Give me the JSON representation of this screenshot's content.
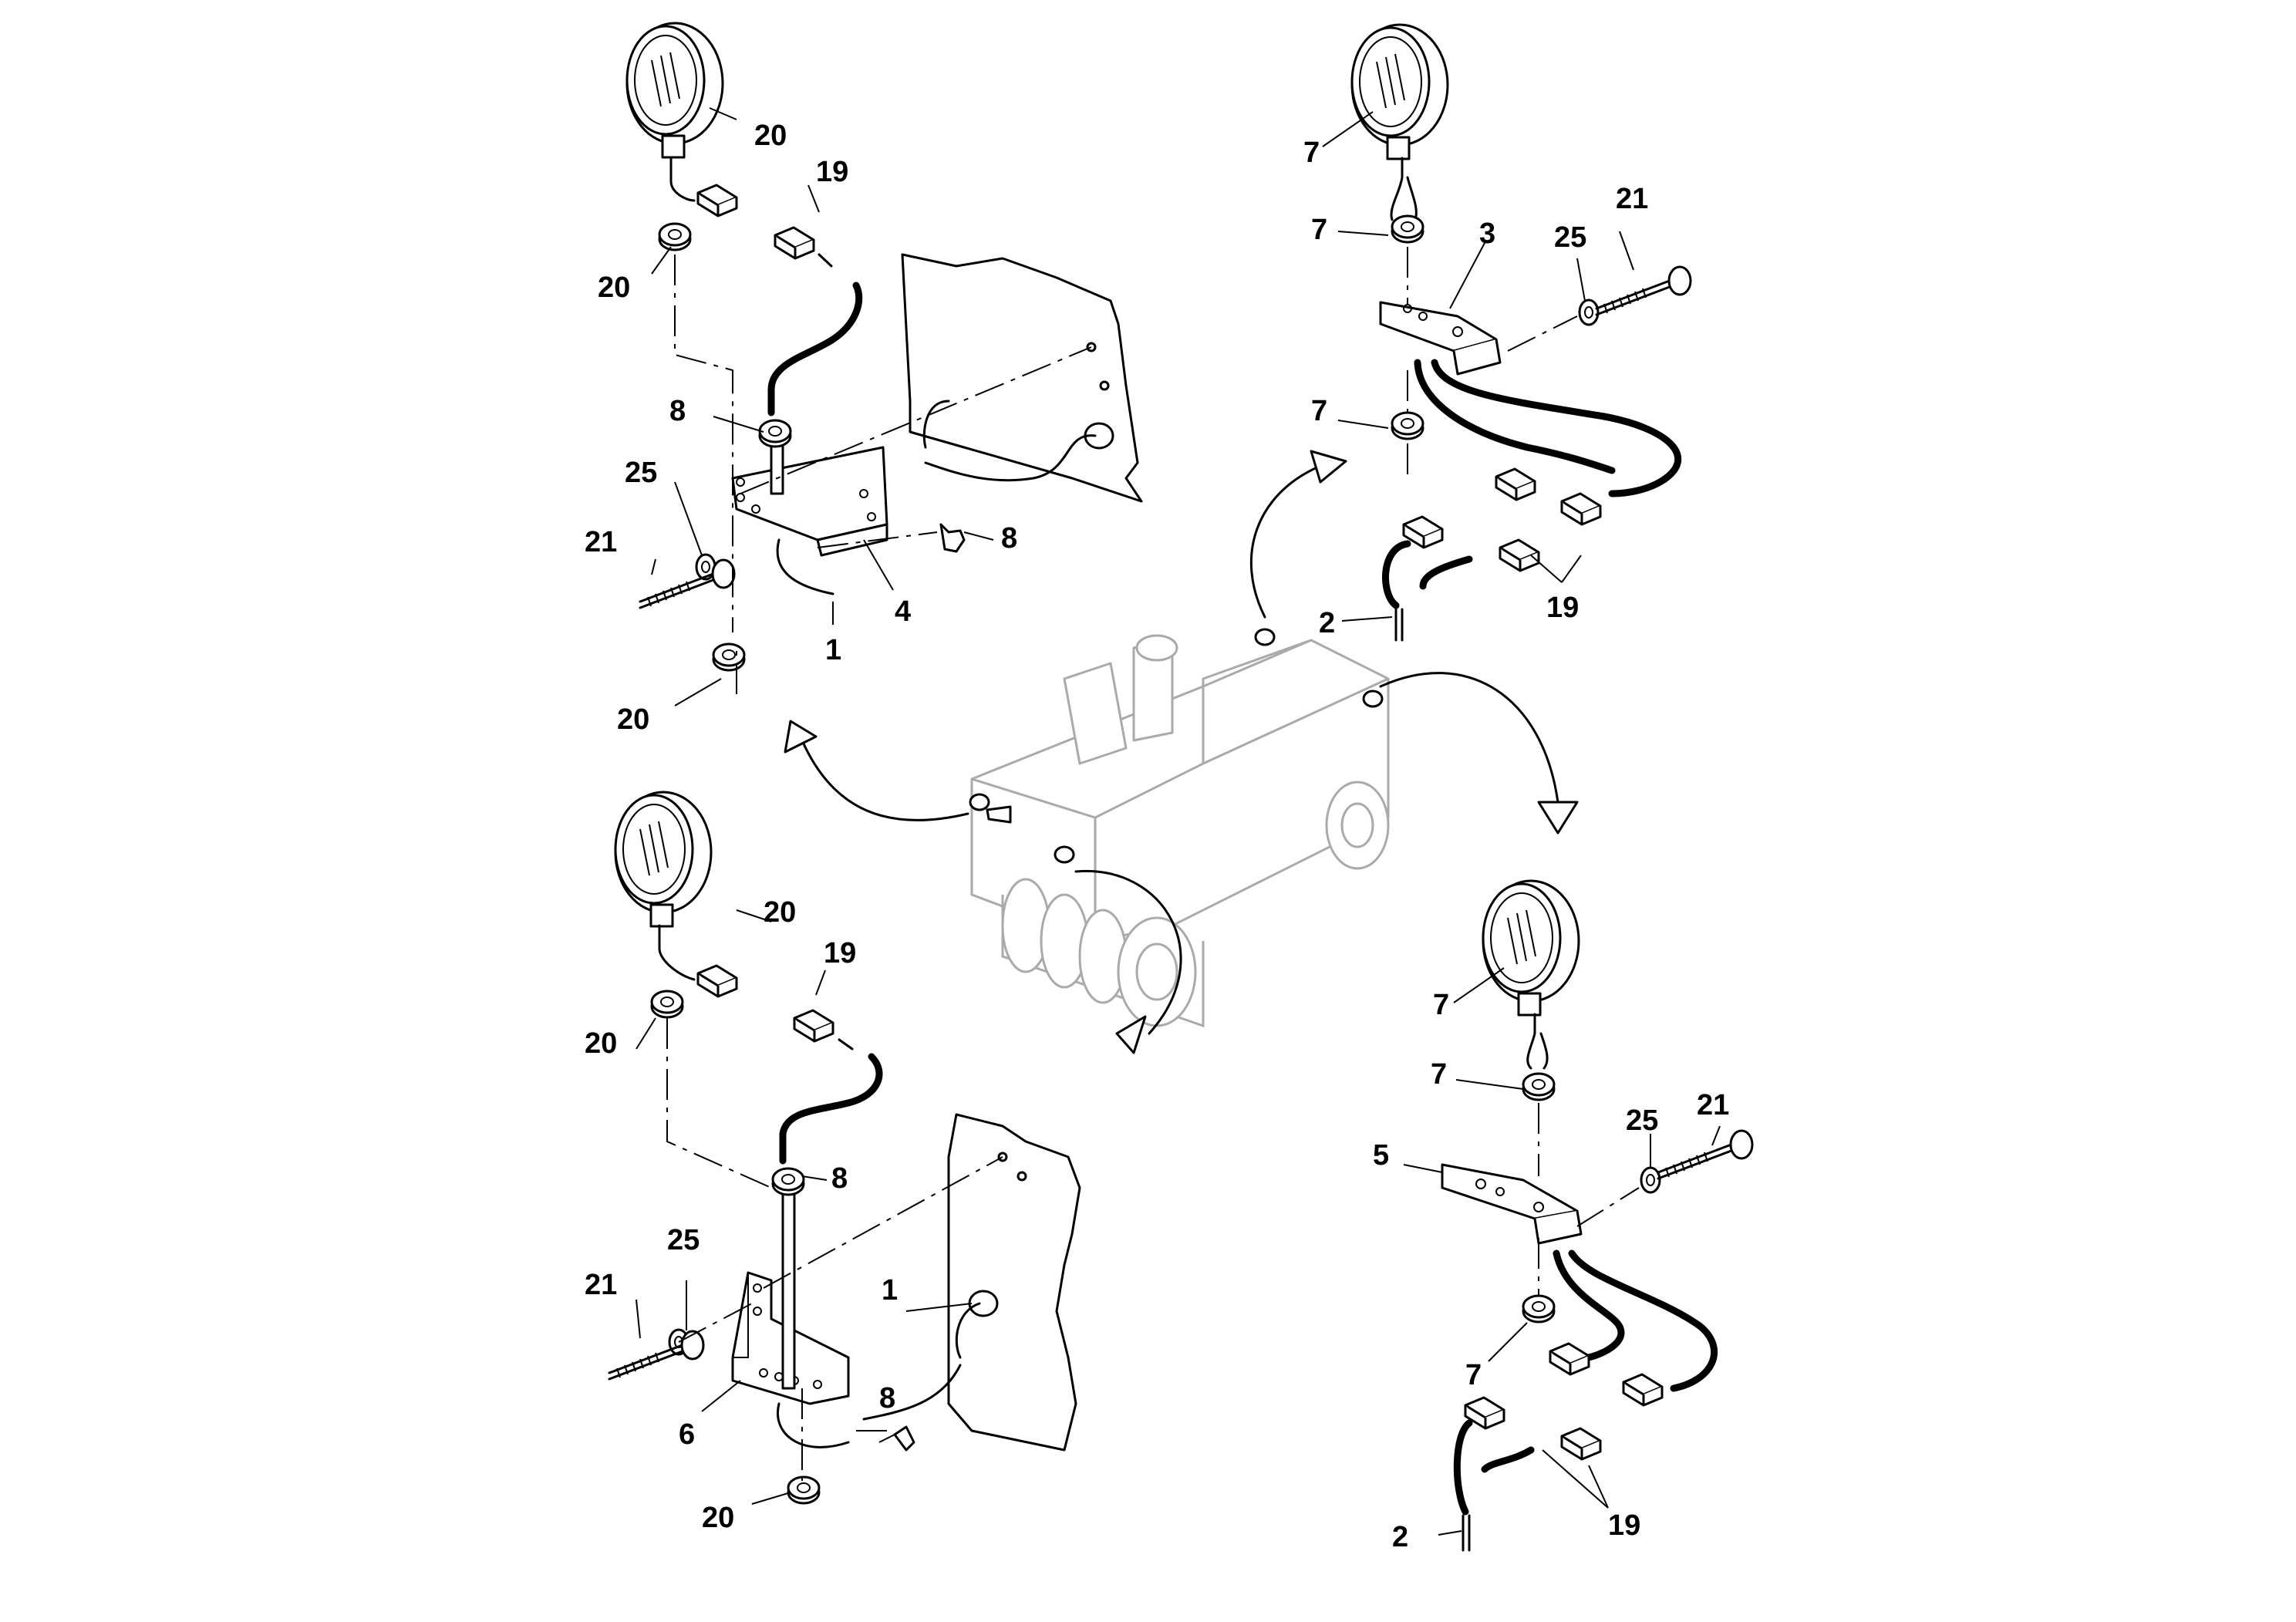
{
  "callouts": {
    "tl_lamp": "20",
    "tl_grommet": "20",
    "tl_connector": "19",
    "tl_bushing": "8",
    "tl_washer": "25",
    "tl_screw": "21",
    "tl_bushing_side": "8",
    "tl_cable": "1",
    "tl_bracket": "4",
    "tl_nut": "20",
    "tr_lamp": "7",
    "tr_grommet": "7",
    "tr_bracket": "3",
    "tr_washer": "25",
    "tr_screw": "21",
    "tr_nut": "7",
    "tr_cable": "2",
    "tr_connector": "19",
    "bl_lamp": "20",
    "bl_connector": "19",
    "bl_grommet": "20",
    "bl_bushing": "8",
    "bl_washer": "25",
    "bl_screw": "21",
    "bl_cable": "1",
    "bl_bracket": "6",
    "bl_bushing_side": "8",
    "bl_nut": "20",
    "br_lamp": "7",
    "br_grommet": "7",
    "br_screw": "21",
    "br_washer": "25",
    "br_bracket": "5",
    "br_nut": "7",
    "br_cable": "2",
    "br_connector": "19"
  }
}
